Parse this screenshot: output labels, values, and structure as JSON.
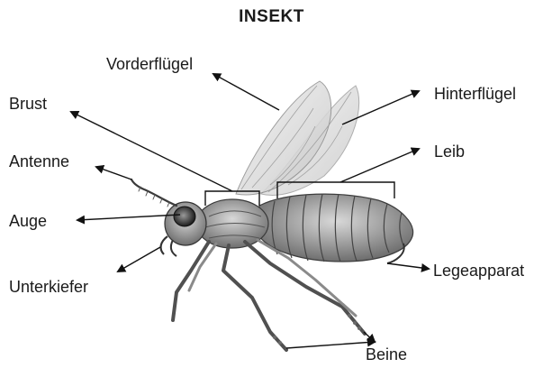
{
  "title": "INSEKT",
  "labels": {
    "vorderfluegel": "Vorderflügel",
    "hinterfluegel": "Hinterflügel",
    "brust": "Brust",
    "leib": "Leib",
    "antenne": "Antenne",
    "auge": "Auge",
    "unterkiefer": "Unterkiefer",
    "legeapparat": "Legeapparat",
    "beine": "Beine"
  }
}
